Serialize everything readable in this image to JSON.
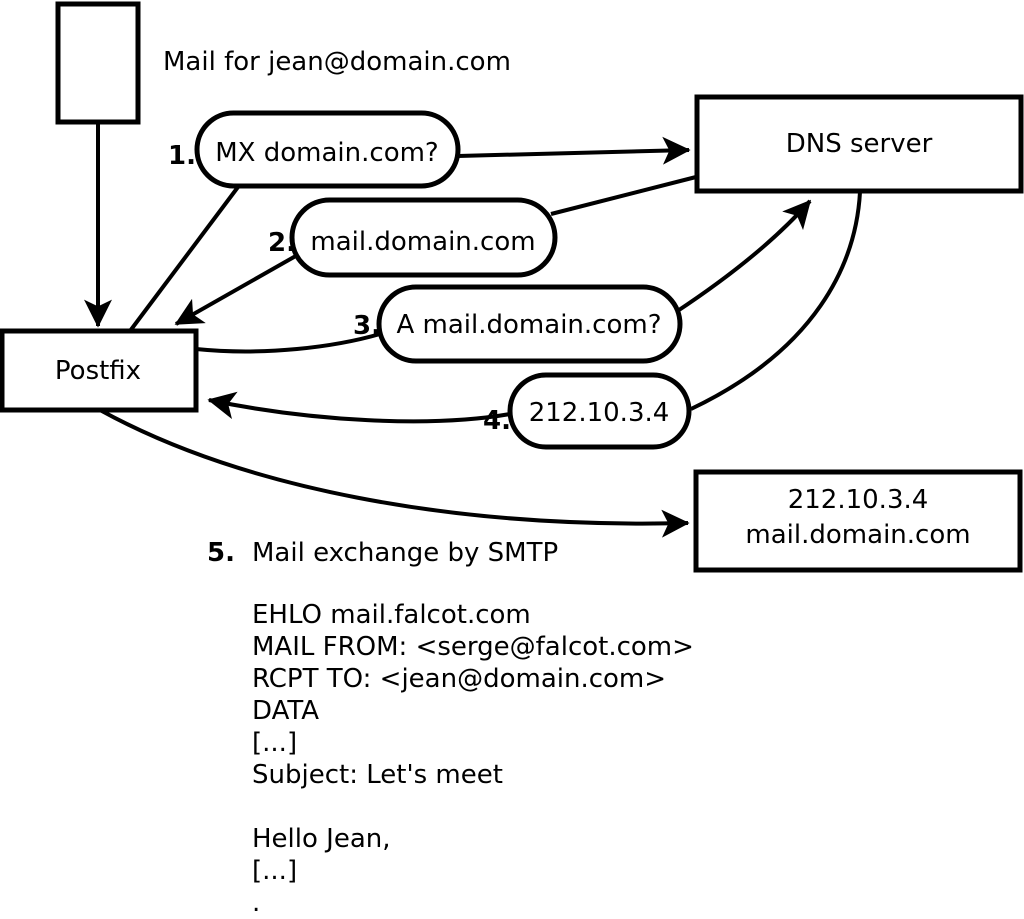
{
  "colors": {
    "background": "#ffffff",
    "line": "#000000"
  },
  "title": "Mail for jean@domain.com",
  "nodes": {
    "postfix": "Postfix",
    "dns_server": "DNS server",
    "mail_server_line1": "212.10.3.4",
    "mail_server_line2": "mail.domain.com"
  },
  "steps": [
    {
      "number": "1.",
      "label": "MX domain.com?"
    },
    {
      "number": "2.",
      "label": "mail.domain.com"
    },
    {
      "number": "3.",
      "label": "A mail.domain.com?"
    },
    {
      "number": "4.",
      "label": "212.10.3.4"
    },
    {
      "number": "5.",
      "label": "Mail exchange by SMTP"
    }
  ],
  "smtp_session": {
    "lines": [
      "EHLO mail.falcot.com",
      "MAIL FROM: <serge@falcot.com>",
      "RCPT TO: <jean@domain.com>",
      "DATA",
      "[...]",
      "Subject: Let's meet",
      "",
      "Hello Jean,",
      "[...]",
      "."
    ]
  }
}
